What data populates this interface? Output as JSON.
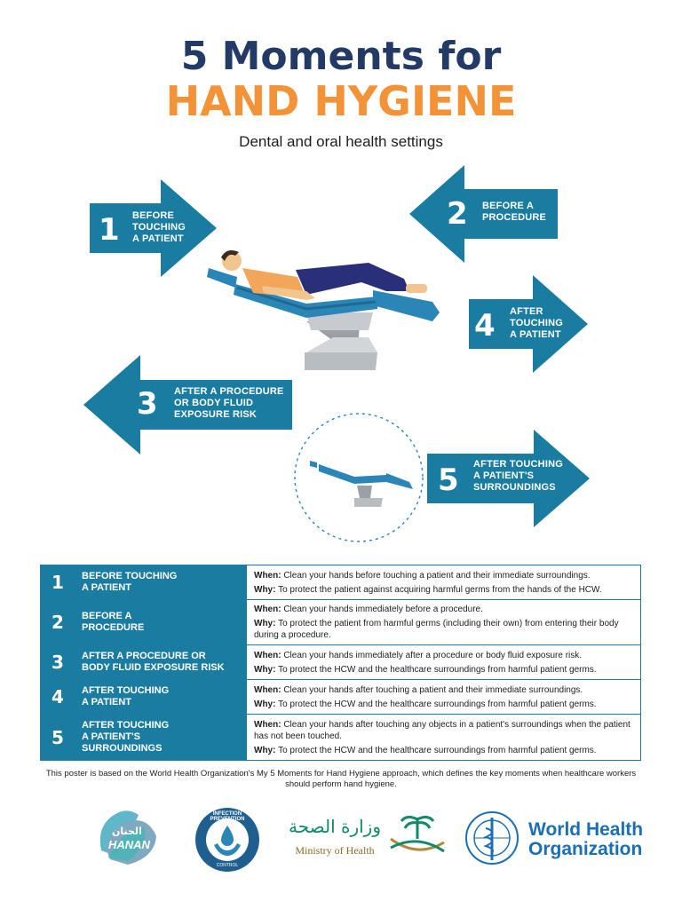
{
  "header": {
    "title_line1": "5 Moments for",
    "title_line2": "HAND HYGIENE",
    "subtitle": "Dental and oral health settings"
  },
  "moments": [
    {
      "number": "1",
      "arrow_label": [
        "BEFORE",
        "TOUCHING",
        "A PATIENT"
      ],
      "table_label": [
        "BEFORE TOUCHING",
        "A PATIENT"
      ],
      "when_label": "When:",
      "when": "Clean your hands before touching a patient and their immediate surroundings.",
      "why_label": "Why:",
      "why": "To protect the patient against acquiring harmful germs from the hands of the HCW."
    },
    {
      "number": "2",
      "arrow_label": [
        "BEFORE A",
        "PROCEDURE"
      ],
      "table_label": [
        "BEFORE A",
        "PROCEDURE"
      ],
      "when_label": "When:",
      "when": "Clean your hands immediately before a procedure.",
      "why_label": "Why:",
      "why": "To protect the patient from harmful germs (including their own) from entering their body during a procedure."
    },
    {
      "number": "3",
      "arrow_label": [
        "AFTER A PROCEDURE",
        "OR BODY FLUID",
        "EXPOSURE RISK"
      ],
      "table_label": [
        "AFTER A PROCEDURE OR",
        "BODY FLUID EXPOSURE RISK"
      ],
      "when_label": "When:",
      "when": "Clean your hands immediately after a procedure or body fluid exposure risk.",
      "why_label": "Why:",
      "why": "To protect the HCW and the healthcare surroundings from harmful patient germs."
    },
    {
      "number": "4",
      "arrow_label": [
        "AFTER",
        "TOUCHING",
        "A PATIENT"
      ],
      "table_label": [
        "AFTER TOUCHING",
        "A PATIENT"
      ],
      "when_label": "When:",
      "when": "Clean your hands after touching a patient and their immediate surroundings.",
      "why_label": "Why:",
      "why": "To protect the HCW and the healthcare surroundings from harmful patient germs."
    },
    {
      "number": "5",
      "arrow_label": [
        "AFTER TOUCHING",
        "A PATIENT'S",
        "SURROUNDINGS"
      ],
      "table_label": [
        "AFTER TOUCHING",
        "A PATIENT'S",
        "SURROUNDINGS"
      ],
      "when_label": "When:",
      "when": "Clean your hands after touching any objects in a patient's surroundings when the patient has not been touched.",
      "why_label": "Why:",
      "why": "To protect the HCW and the healthcare surroundings from harmful patient germs."
    }
  ],
  "footnote": "This poster is based on the World Health Organization's My 5 Moments for Hand Hygiene approach, which defines the key moments when healthcare workers should perform hand hygiene.",
  "logos": {
    "hanan_arabic": "الحنان",
    "hanan": "HANAN",
    "ipc_text": "INFECTION PREVENTION",
    "ipc_sub": "CONTROL",
    "moh_arabic": "وزارة الصحة",
    "moh": "Ministry of Health",
    "who_line1": "World Health",
    "who_line2": "Organization"
  },
  "colors": {
    "navy": "#243a66",
    "orange": "#f39237",
    "teal": "#1a7ca0",
    "chair": "#2b86b8"
  }
}
